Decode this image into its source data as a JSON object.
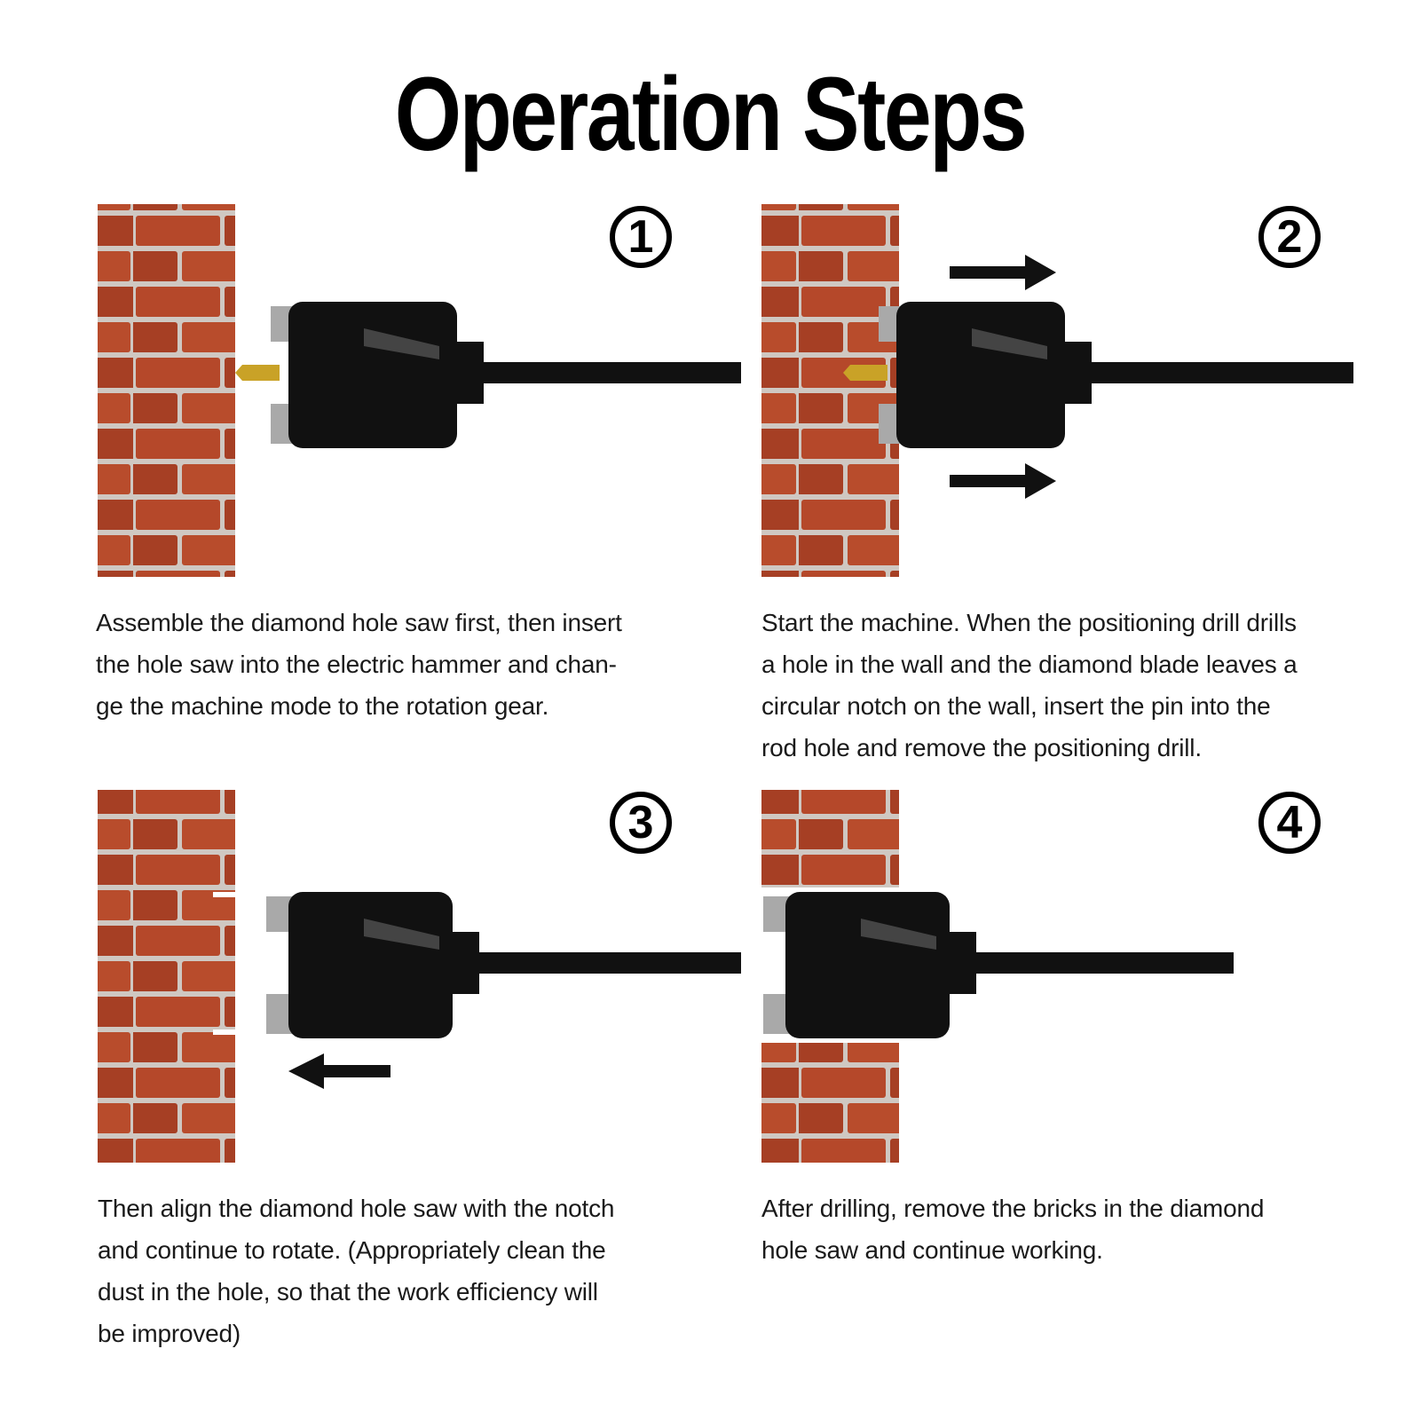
{
  "title": "Operation Steps",
  "steps": [
    {
      "number": "1",
      "text": "Assemble the diamond hole saw first, then insert\nthe hole saw into the electric hammer and chan-\nge the machine mode to the rotation gear."
    },
    {
      "number": "2",
      "text": "Start the machine. When the positioning drill drills\na hole in the wall and the diamond blade leaves a\ncircular notch on the wall, insert the pin into the\nrod hole and remove the positioning drill."
    },
    {
      "number": "3",
      "text": "Then align the diamond hole saw with the notch\nand continue to rotate. (Appropriately clean the\ndust in the hole, so that the work efficiency will\nbe improved)"
    },
    {
      "number": "4",
      "text": "After drilling, remove the bricks in the diamond\nhole saw and continue working."
    }
  ],
  "colors": {
    "brick": "#b5482a",
    "mortar": "#cfc8c2",
    "tool": "#111111",
    "segment": "#a9a9a9",
    "pilot_bit": "#c9a227"
  }
}
